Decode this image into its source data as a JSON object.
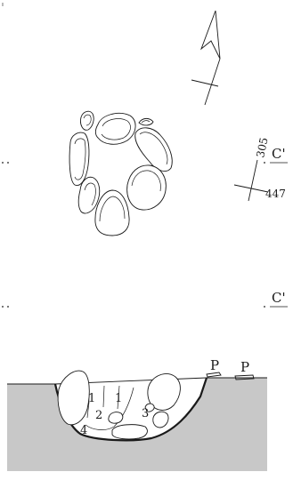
{
  "plan": {
    "section_marker_right": "C'",
    "elevation_upper": "305",
    "elevation_lower": "447",
    "north_arrow_icon": "north-arrow-icon"
  },
  "section": {
    "marker_right": "C'",
    "post_labels": [
      "P",
      "P"
    ],
    "layer_labels": [
      "1",
      "1",
      "2",
      "3",
      "4"
    ],
    "fill_color": "#c8c8c8"
  }
}
